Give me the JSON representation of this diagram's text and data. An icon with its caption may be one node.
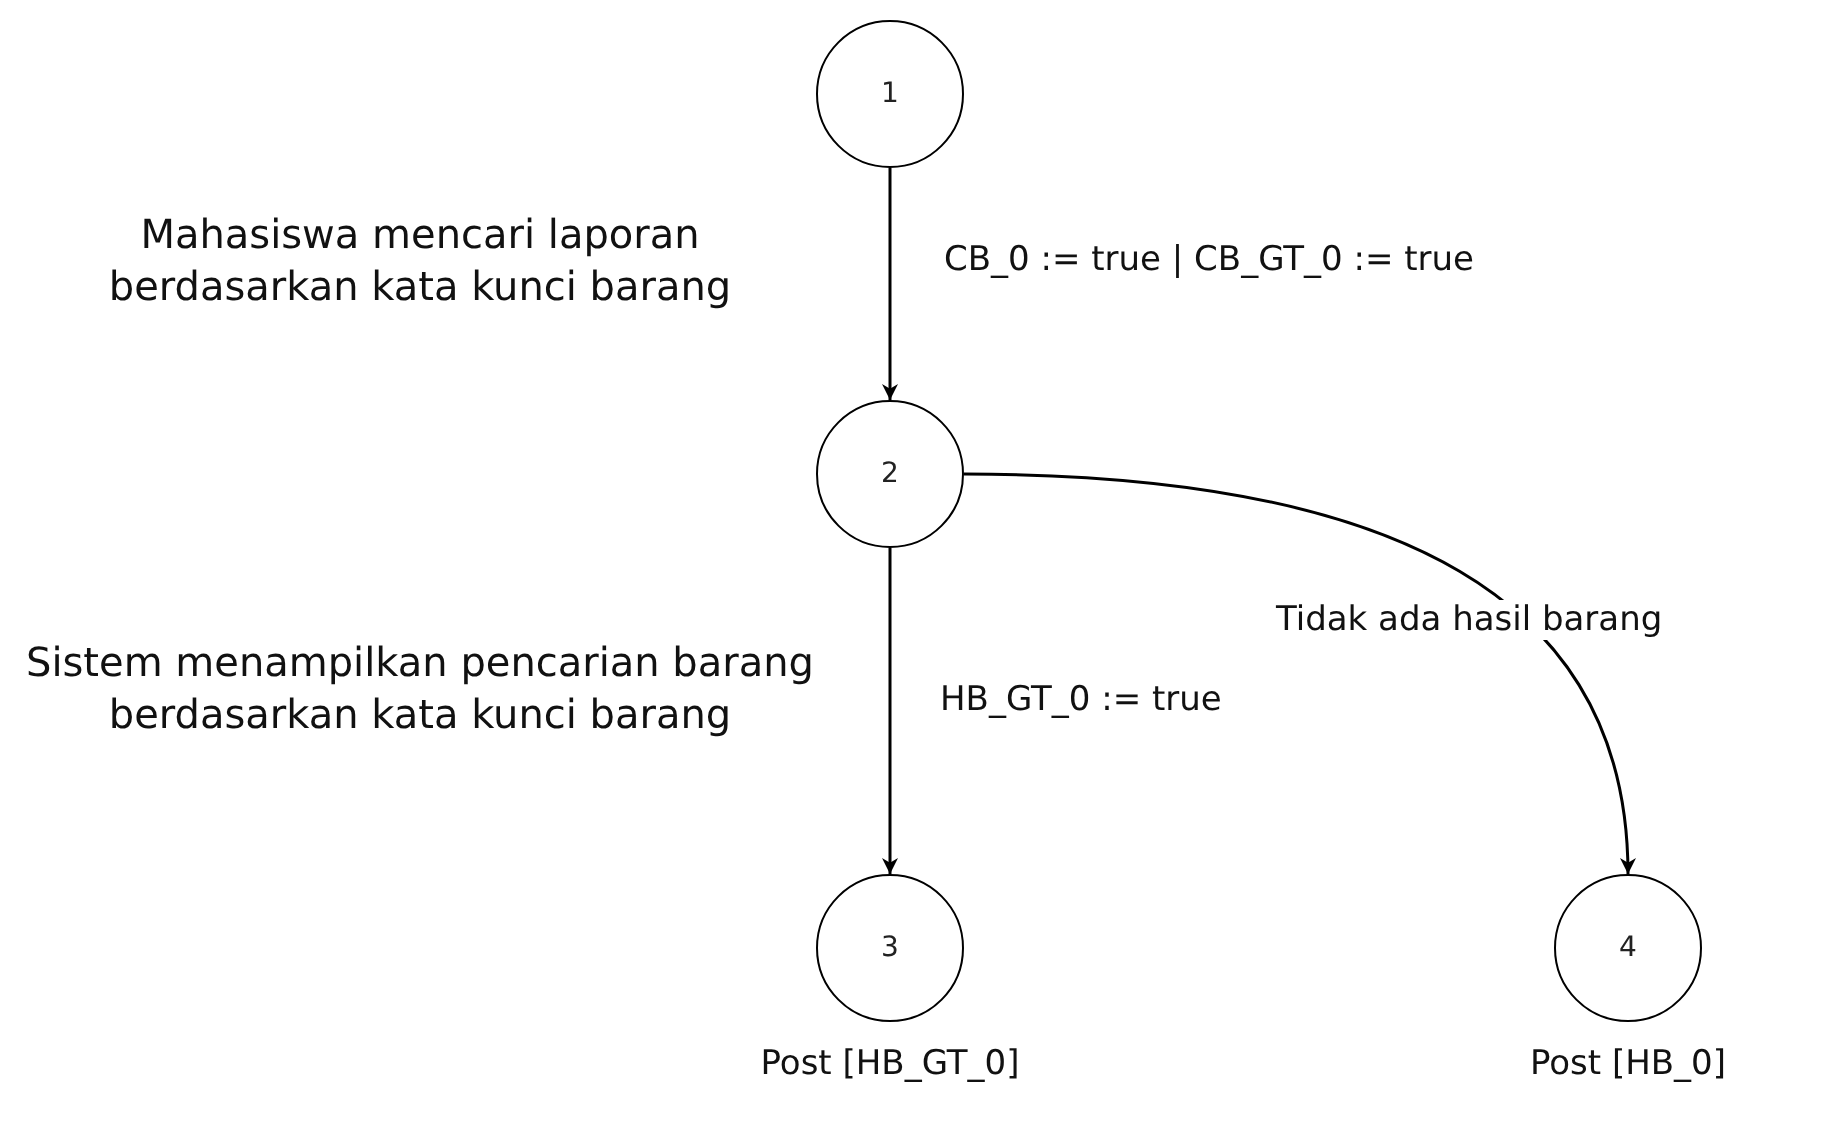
{
  "diagram": {
    "nodes": [
      {
        "text": [
          "1"
        ]
      },
      {
        "text": [
          "2"
        ]
      },
      {
        "text": [
          "3"
        ],
        "beside": [
          "Post [HB_GT_0]"
        ]
      },
      {
        "text": [
          "4"
        ],
        "beside": [
          "Post [HB_0]"
        ]
      }
    ],
    "edges": [
      {
        "from": 0,
        "to": 1,
        "arrow": "to",
        "label": "CB_0 := true | CB_GT_0 := true"
      },
      {
        "from": 1,
        "to": 2,
        "arrow": "to",
        "label": "HB_GT_0 := true"
      },
      {
        "from": 1,
        "to": 3,
        "arrow": "to",
        "label": "Tidak ada hasil barang"
      }
    ],
    "labels": [
      "Mahasiswa mencari laporan berdasarkan kata kunci barang",
      "Sistem menampilkan pencarian barang berdasarkan kata kunci barang"
    ]
  }
}
